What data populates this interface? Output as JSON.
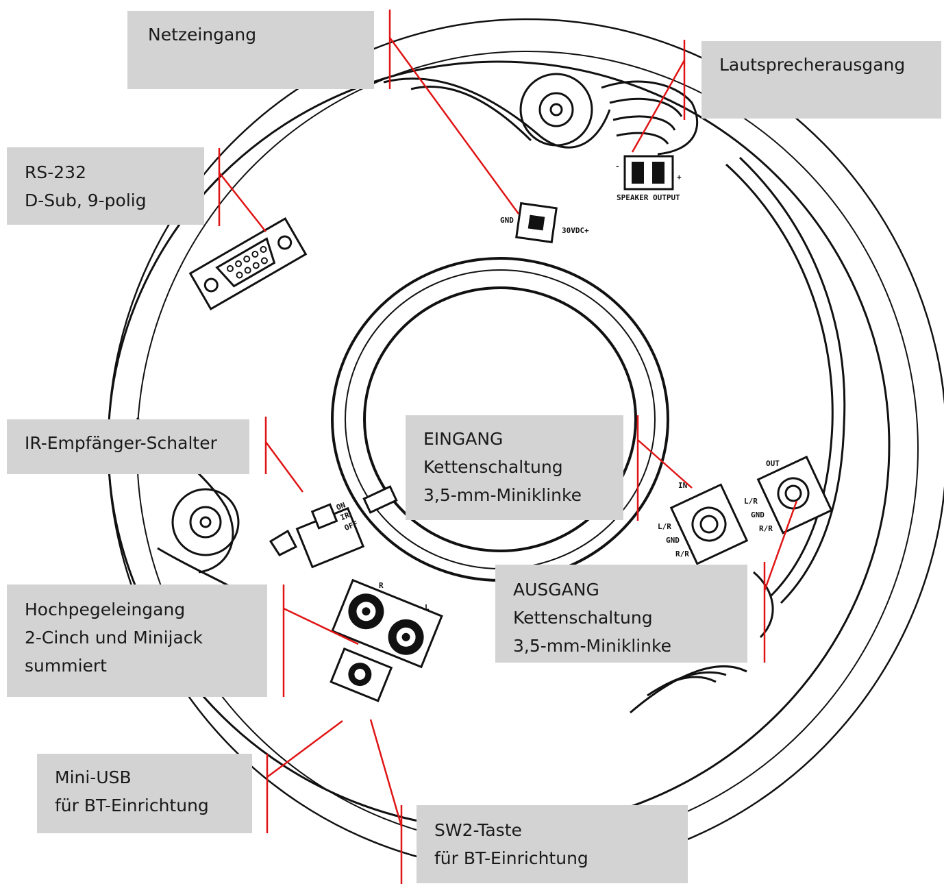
{
  "colors": {
    "callout_bg": "#d3d3d3",
    "leader": "#e01414",
    "ink": "#111111"
  },
  "callouts": {
    "netzeingang": [
      "Netzeingang"
    ],
    "lautsprecher": [
      "Lautsprecherausgang"
    ],
    "rs232": [
      "RS-232",
      "D-Sub, 9-polig"
    ],
    "ir": [
      "IR-Empfänger-Schalter"
    ],
    "eingang": [
      "EINGANG",
      "Kettenschaltung",
      "3,5-mm-Miniklinke"
    ],
    "ausgang": [
      "AUSGANG",
      "Kettenschaltung",
      "3,5-mm-Miniklinke"
    ],
    "hochpegel": [
      "Hochpegeleingang",
      "2-Cinch und Minijack",
      "summiert"
    ],
    "usb": [
      "Mini-USB",
      "für BT-Einrichtung"
    ],
    "sw2": [
      "SW2-Taste",
      "für BT-Einrichtung"
    ]
  },
  "board_labels": {
    "dc": "GND",
    "dc_right": "30VDC+",
    "speaker_minus": "-",
    "speaker_plus": "+",
    "speaker_sub": "SPEAKER OUTPUT",
    "ir_on": "ON",
    "ir_off": "OFF",
    "ir_ir": "IR",
    "in": "IN",
    "out": "OUT",
    "pin_l": "L/R",
    "pin_gnd": "GND",
    "pin_r": "R/R",
    "rca_r": "R",
    "rca_l": "L"
  }
}
